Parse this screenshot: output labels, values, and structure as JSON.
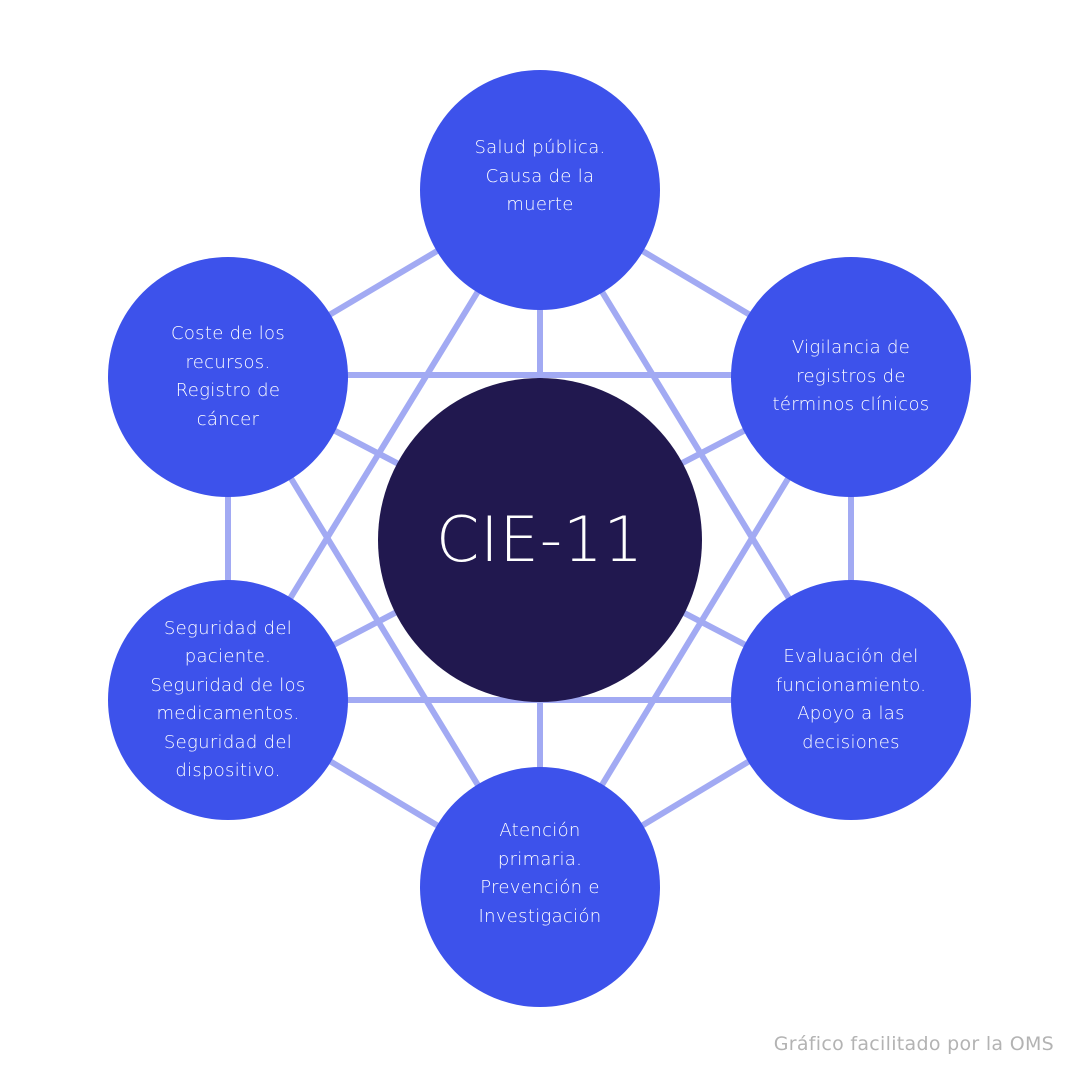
{
  "diagram": {
    "center": {
      "label": "CIE-11"
    },
    "nodes": [
      {
        "id": "top",
        "label": "Salud pública.\nCausa de la\nmuerte"
      },
      {
        "id": "upper-right",
        "label": "Vigilancia de\nregistros de\ntérminos clínicos"
      },
      {
        "id": "lower-right",
        "label": "Evaluación del\nfuncionamiento.\nApoyo a las\ndecisiones"
      },
      {
        "id": "bottom",
        "label": "Atención\nprimaria.\nPrevención e\nInvestigación"
      },
      {
        "id": "lower-left",
        "label": "Seguridad del\npaciente.\nSeguridad de los\nmedicamentos.\nSeguridad del\ndispositivo."
      },
      {
        "id": "upper-left",
        "label": "Coste de los\nrecursos.\nRegistro de\ncáncer"
      }
    ],
    "credit": "Gráfico facilitado por la OMS",
    "colors": {
      "node": "#3d52eb",
      "center": "#21184f",
      "line": "#a2aaf3",
      "credit": "#b3b3b3",
      "background": "#ffffff"
    }
  }
}
